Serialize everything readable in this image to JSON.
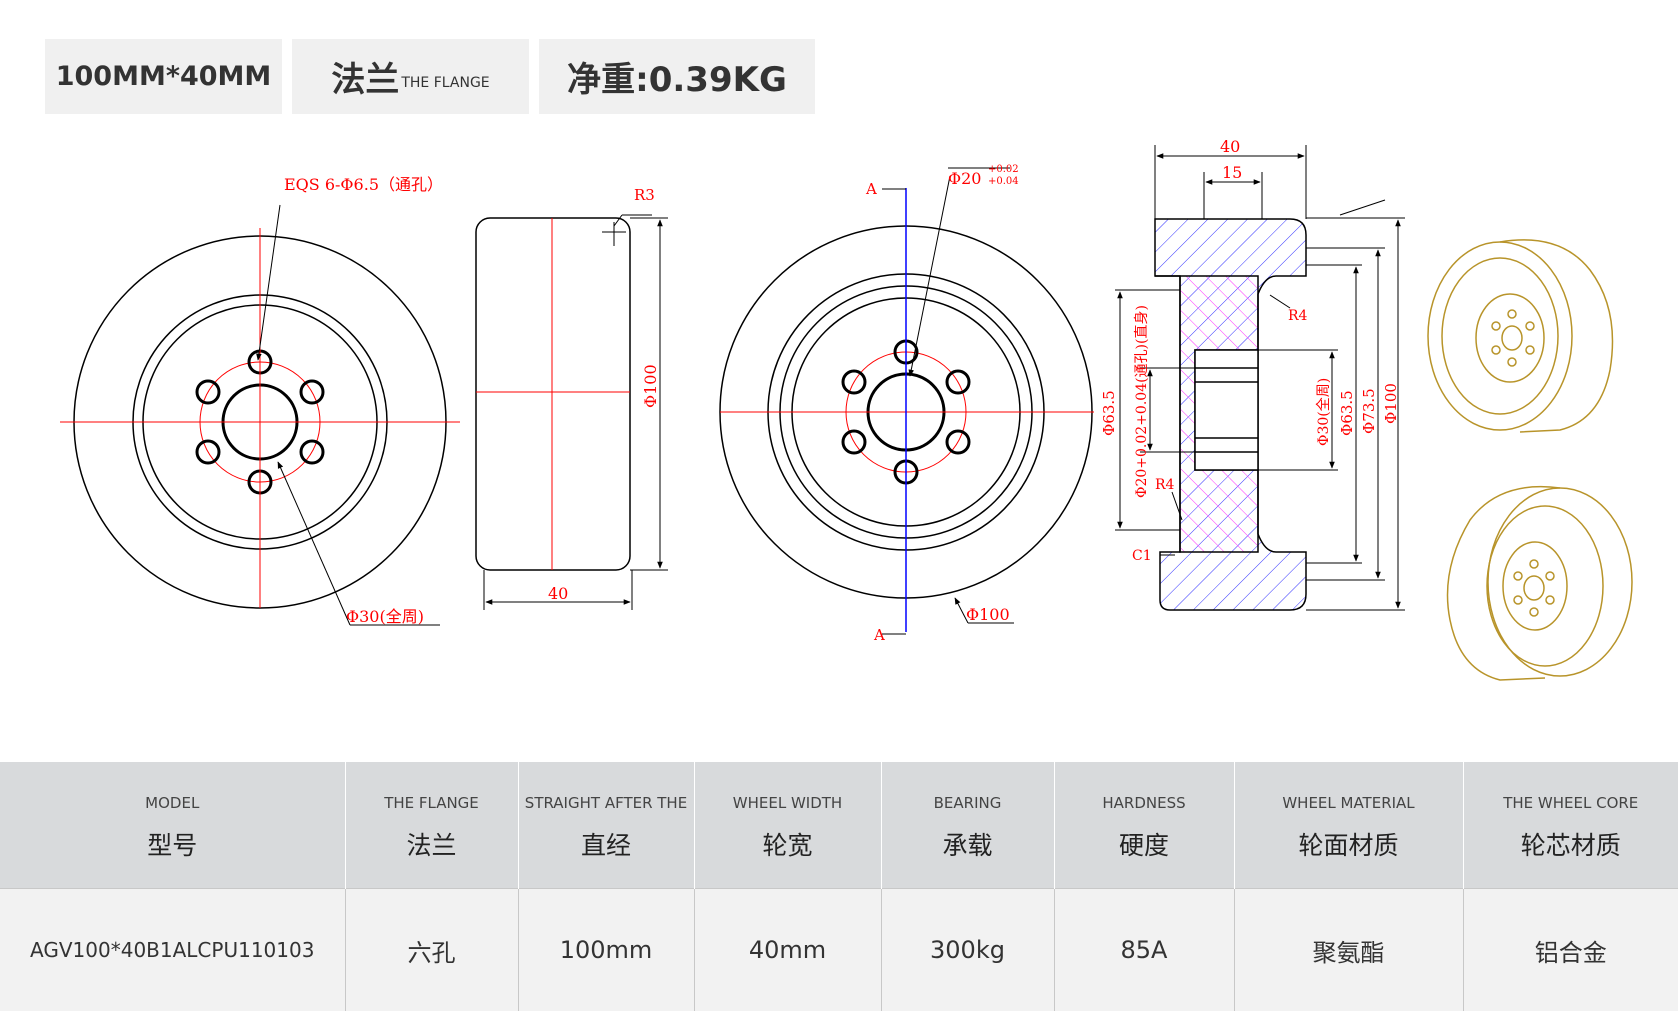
{
  "tags": {
    "size": "100MM*40MM",
    "flange_zh": "法兰",
    "flange_en": "THE FLANGE",
    "weight": "净重:0.39KG"
  },
  "drawing": {
    "labels": {
      "eqs": "EQS 6-Φ6.5（通孔）",
      "r3": "R3",
      "phi30_all": "Φ30(全周)",
      "phi100_side": "Φ100",
      "width_40": "40",
      "phi20_tol": "Φ20",
      "tol_up": "+0.02",
      "tol_dn": "+0.04",
      "section_a": "A",
      "phi100_front": "Φ100",
      "sec_40": "40",
      "sec_15": "15",
      "r4_top": "R4",
      "r4_bottom": "R4",
      "c1": "C1",
      "phi63_left": "Φ63.5",
      "phi20_bore": "Φ20+0.02+0.04(通孔)(直身)",
      "phi30_all_sec": "Φ30(全周)",
      "phi63_right": "Φ63.5",
      "phi73": "Φ73.5",
      "phi100_sec": "Φ100"
    }
  },
  "table": {
    "headers": [
      {
        "en": "MODEL",
        "zh": "型号"
      },
      {
        "en": "THE FLANGE",
        "zh": "法兰"
      },
      {
        "en": "STRAIGHT AFTER THE",
        "zh": "直经"
      },
      {
        "en": "WHEEL WIDTH",
        "zh": "轮宽"
      },
      {
        "en": "BEARING",
        "zh": "承载"
      },
      {
        "en": "HARDNESS",
        "zh": "硬度"
      },
      {
        "en": "WHEEL MATERIAL",
        "zh": "轮面材质"
      },
      {
        "en": "THE WHEEL CORE",
        "zh": "轮芯材质"
      }
    ],
    "row": [
      "AGV100*40B1ALCPU110103",
      "六孔",
      "100mm",
      "40mm",
      "300kg",
      "85A",
      "聚氨酯",
      "铝合金"
    ]
  },
  "colors": {
    "outline": "#000000",
    "center_line": "#ff0000",
    "dimension": "#ff0000",
    "pu_hatch": "#3333ff",
    "core_hatch": "#ff33ff",
    "render_3d": "#b8942a",
    "header_bg": "#d8dadc",
    "cell_bg": "#f2f2f2"
  }
}
